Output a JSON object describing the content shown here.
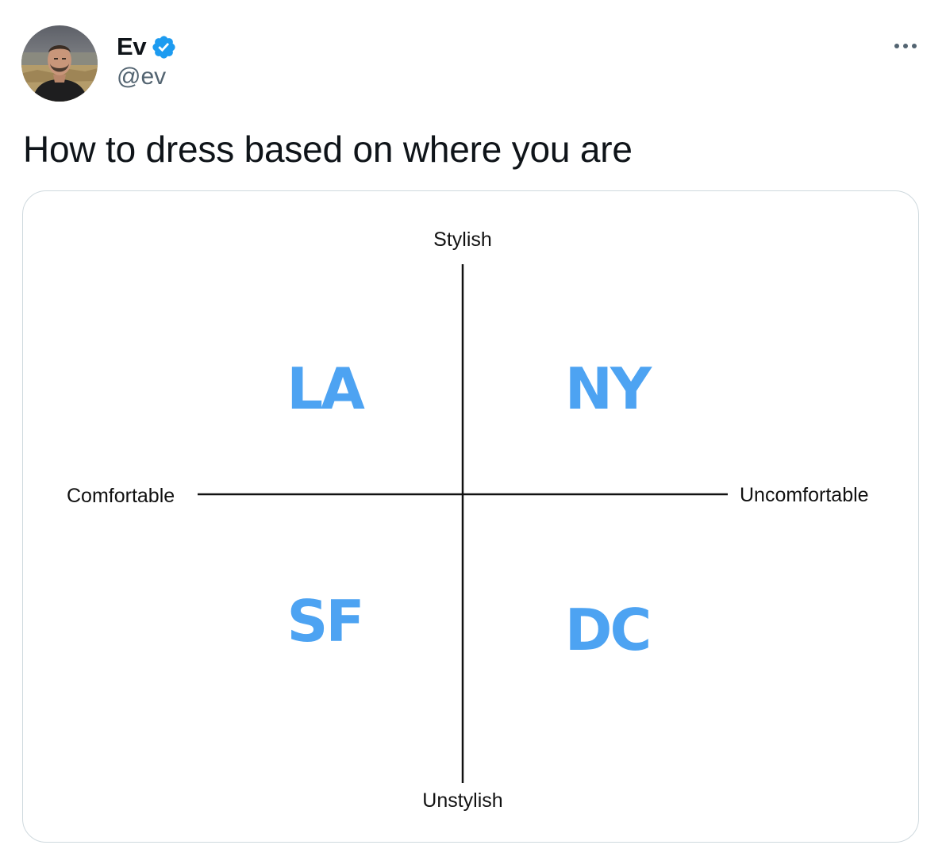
{
  "tweet": {
    "display_name": "Ev",
    "handle": "@ev",
    "verified": true,
    "text": "How to dress based on where you are",
    "more_icon": "ellipsis-icon"
  },
  "colors": {
    "verified_badge": "#1d9bf0",
    "city_label": "#4da3f2",
    "handle": "#536471",
    "card_border": "#cfd9de"
  },
  "media": {
    "axis_labels": {
      "top": "Stylish",
      "bottom": "Unstylish",
      "left": "Comfortable",
      "right": "Uncomfortable"
    },
    "quadrants": {
      "top_left": "LA",
      "top_right": "NY",
      "bottom_left": "SF",
      "bottom_right": "DC"
    }
  }
}
